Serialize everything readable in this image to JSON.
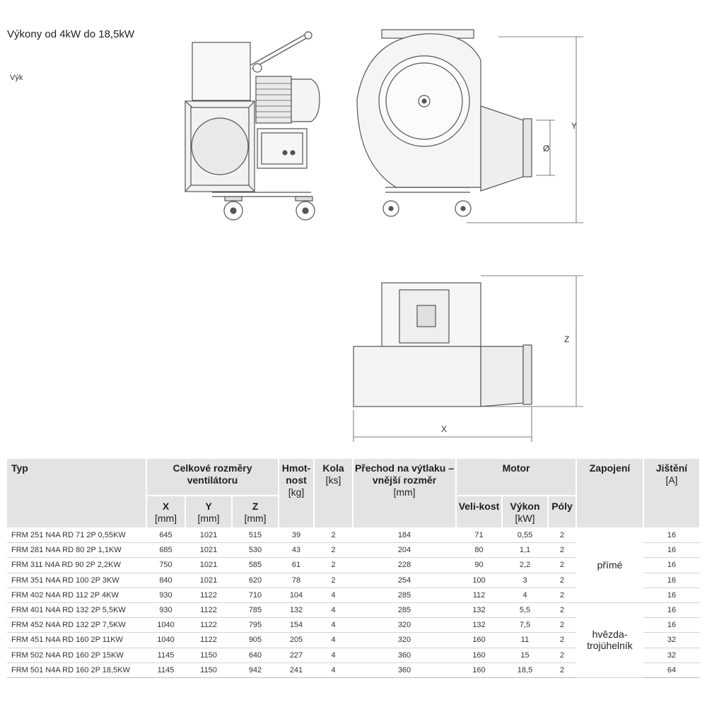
{
  "page": {
    "heading": "Výkony od 4kW do 18,5kW",
    "subheading": "Výk"
  },
  "drawing": {
    "dim_y": "Y",
    "dim_d": "Ø",
    "dim_z": "Z",
    "dim_x": "X"
  },
  "table": {
    "h_typ": "Typ",
    "h_rozmery": "Celkové rozměry ventilátoru",
    "h_hmotnost": "Hmot-nost",
    "h_hmotnost_unit": "[kg]",
    "h_kola": "Kola",
    "h_kola_unit": "[ks]",
    "h_prechod": "Přechod na výtlaku – vnější rozměr",
    "h_prechod_unit": "[mm]",
    "h_motor": "Motor",
    "h_zapojeni": "Zapojení",
    "h_jisteni": "Jištění",
    "h_jisteni_unit": "[A]",
    "h_x": "X",
    "h_x_unit": "[mm]",
    "h_y": "Y",
    "h_y_unit": "[mm]",
    "h_z": "Z",
    "h_z_unit": "[mm]",
    "h_velikost": "Veli-kost",
    "h_vykon": "Výkon",
    "h_vykon_unit": "[kW]",
    "h_poly": "Póly",
    "conn_1": "přímé",
    "conn_2": "hvězda-trojúhelník",
    "rows": [
      {
        "typ": "FRM 251 N4A RD 71 2P 0,55KW",
        "x": "645",
        "y": "1021",
        "z": "515",
        "hm": "39",
        "kola": "2",
        "prechod": "184",
        "vel": "71",
        "vykon": "0,55",
        "poly": "2",
        "jist": "16"
      },
      {
        "typ": "FRM 281 N4A RD 80 2P 1,1KW",
        "x": "685",
        "y": "1021",
        "z": "530",
        "hm": "43",
        "kola": "2",
        "prechod": "204",
        "vel": "80",
        "vykon": "1,1",
        "poly": "2",
        "jist": "16"
      },
      {
        "typ": "FRM 311 N4A RD 90 2P 2,2KW",
        "x": "750",
        "y": "1021",
        "z": "585",
        "hm": "61",
        "kola": "2",
        "prechod": "228",
        "vel": "90",
        "vykon": "2,2",
        "poly": "2",
        "jist": "16"
      },
      {
        "typ": "FRM 351 N4A RD 100 2P 3KW",
        "x": "840",
        "y": "1021",
        "z": "620",
        "hm": "78",
        "kola": "2",
        "prechod": "254",
        "vel": "100",
        "vykon": "3",
        "poly": "2",
        "jist": "16"
      },
      {
        "typ": "FRM 402 N4A RD 112 2P 4KW",
        "x": "930",
        "y": "1122",
        "z": "710",
        "hm": "104",
        "kola": "4",
        "prechod": "285",
        "vel": "112",
        "vykon": "4",
        "poly": "2",
        "jist": "16"
      },
      {
        "typ": "FRM 401 N4A RD 132 2P 5,5KW",
        "x": "930",
        "y": "1122",
        "z": "785",
        "hm": "132",
        "kola": "4",
        "prechod": "285",
        "vel": "132",
        "vykon": "5,5",
        "poly": "2",
        "jist": "16"
      },
      {
        "typ": "FRM 452 N4A RD 132 2P 7,5KW",
        "x": "1040",
        "y": "1122",
        "z": "795",
        "hm": "154",
        "kola": "4",
        "prechod": "320",
        "vel": "132",
        "vykon": "7,5",
        "poly": "2",
        "jist": "16"
      },
      {
        "typ": "FRM 451 N4A RD 160 2P 11KW",
        "x": "1040",
        "y": "1122",
        "z": "905",
        "hm": "205",
        "kola": "4",
        "prechod": "320",
        "vel": "160",
        "vykon": "11",
        "poly": "2",
        "jist": "32"
      },
      {
        "typ": "FRM 502 N4A RD 160 2P 15KW",
        "x": "1145",
        "y": "1150",
        "z": "640",
        "hm": "227",
        "kola": "4",
        "prechod": "360",
        "vel": "160",
        "vykon": "15",
        "poly": "2",
        "jist": "32"
      },
      {
        "typ": "FRM 501 N4A RD 160 2P 18,5KW",
        "x": "1145",
        "y": "1150",
        "z": "942",
        "hm": "241",
        "kola": "4",
        "prechod": "360",
        "vel": "160",
        "vykon": "18,5",
        "poly": "2",
        "jist": "64"
      }
    ]
  }
}
